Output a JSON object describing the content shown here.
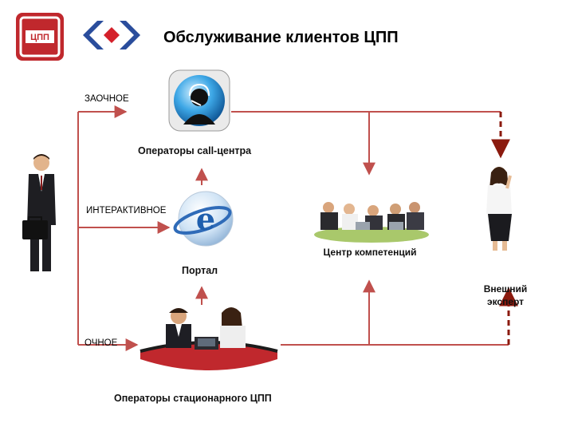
{
  "title": "Обслуживание клиентов ЦПП",
  "logo": {
    "text": "ЦПП",
    "color": "#c0282d"
  },
  "brand_mark": {
    "blue": "#2a4d9c",
    "red": "#d4202a"
  },
  "channels": {
    "remote": "ЗАОЧНОЕ",
    "interactive": "ИНТЕРАКТИВНОЕ",
    "in_person": "ОЧНОЕ"
  },
  "nodes": {
    "call_center": "Операторы call-центра",
    "portal": "Портал",
    "competence_center": "Центр компетенций",
    "external_expert": "Внешний эксперт",
    "office_operators": "Операторы стационарного ЦПП"
  },
  "colors": {
    "line": "#c0504d",
    "dashed": "#8b1a0e"
  }
}
